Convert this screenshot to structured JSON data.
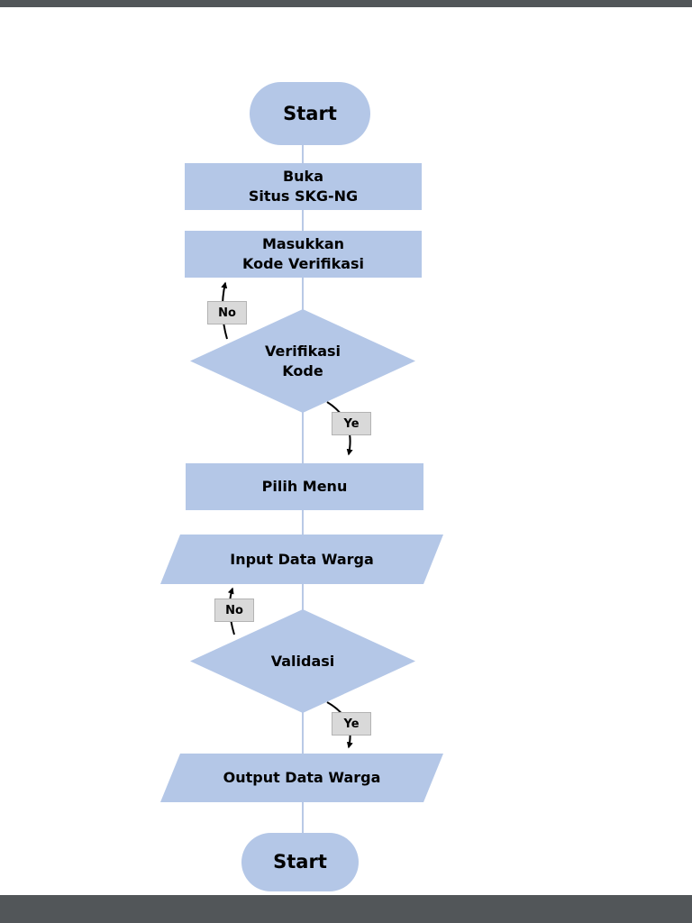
{
  "page": {
    "background": "#525659",
    "paper": "#ffffff"
  },
  "flowchart": {
    "colors": {
      "shape_fill": "#b4c7e7",
      "edge_label_fill": "#d9d9d9",
      "connector": "#b9c9e6",
      "arrow": "#000000",
      "text": "#000000"
    },
    "nodes": {
      "start_top": "Start",
      "open_site": "Buka\nSitus SKG-NG",
      "enter_code": "Masukkan\nKode Verifikasi",
      "verify_code": "Verifikasi\nKode",
      "choose_menu": "Pilih Menu",
      "input_data": "Input Data Warga",
      "validate": "Validasi",
      "output_data": "Output Data Warga",
      "start_bottom": "Start"
    },
    "edge_labels": {
      "verify_no": "No",
      "verify_yes": "Ye",
      "validate_no": "No",
      "validate_yes": "Ye"
    }
  }
}
